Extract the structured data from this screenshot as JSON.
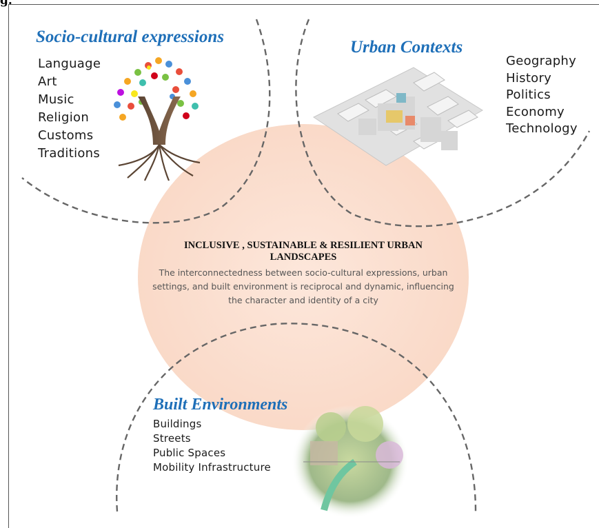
{
  "figure_label": "g.",
  "socio": {
    "title": "Socio-cultural expressions",
    "items": [
      "Language",
      "Art",
      "Music",
      "Religion",
      "Customs",
      "Traditions"
    ]
  },
  "urban": {
    "title": "Urban Contexts",
    "items": [
      "Geography",
      "History",
      "Politics",
      "Economy",
      "Technology"
    ]
  },
  "built": {
    "title": "Built Environments",
    "items": [
      "Buildings",
      "Streets",
      "Public Spaces",
      "Mobility  Infrastructure"
    ]
  },
  "center": {
    "title": "INCLUSIVE , SUSTAINABLE & RESILIENT URBAN LANDSCAPES",
    "text": "The interconnectedness between socio-cultural expressions, urban settings, and built environment is reciprocal and dynamic, influencing the character and identity of a city"
  },
  "colors": {
    "accent_title": "#1e6fb8",
    "center_fill": "#fbe1d3",
    "dash": "#666666"
  },
  "images": {
    "tree": "hands-tree-illustration",
    "city": "3d-city-block-model",
    "street": "street-watercolor-sketch"
  }
}
